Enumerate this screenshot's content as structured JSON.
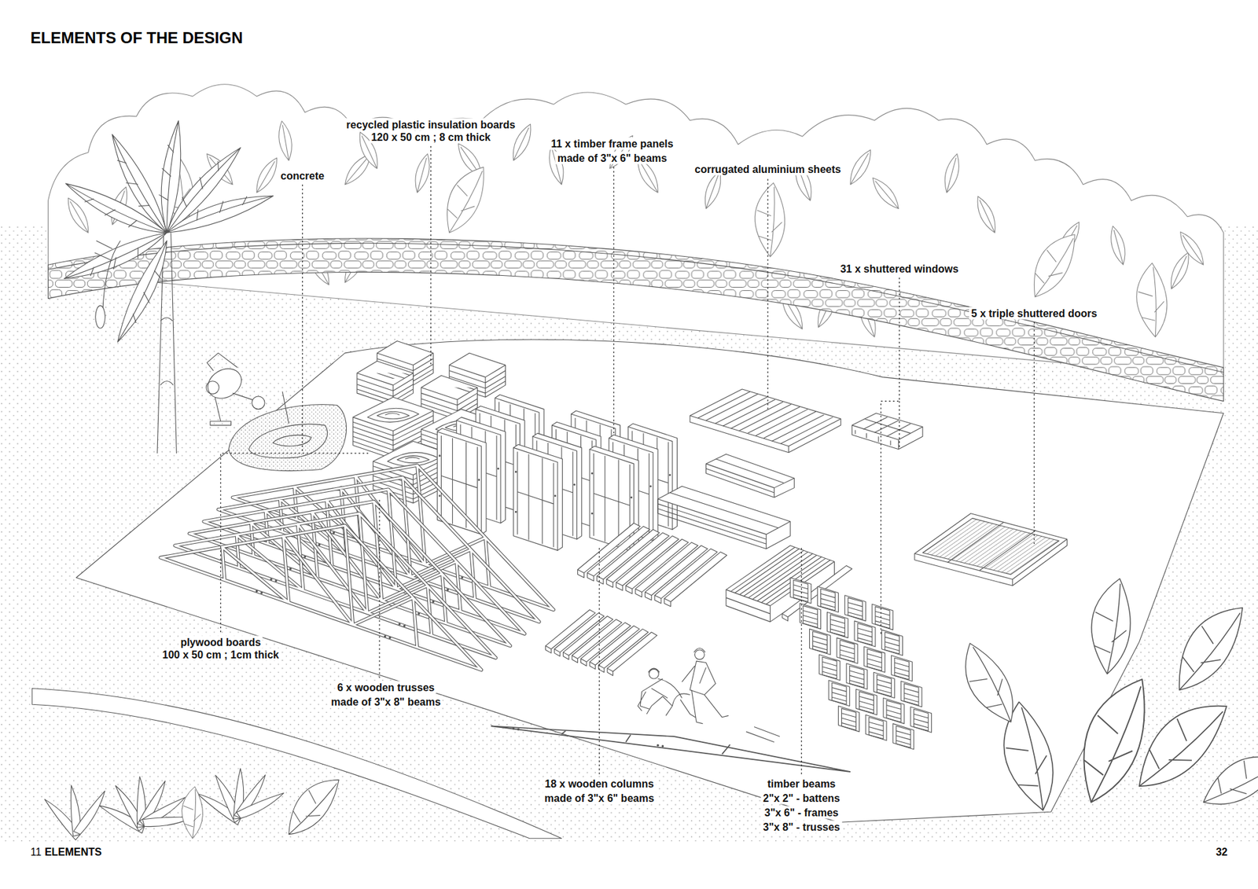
{
  "diagram": {
    "title": "ELEMENTS OF THE DESIGN",
    "labels": [
      "concrete",
      "recycled plastic insulation boards",
      "120 x 50 cm ; 8 cm thick",
      "11 x timber frame panels",
      "made of 3\"x 6\" beams",
      "corrugated aluminium sheets",
      "31 x shuttered windows",
      "5 x triple shuttered doors",
      "plywood boards",
      "100 x 50 cm ; 1cm thick",
      "6 x wooden trusses",
      "made of 3\"x 8\" beams",
      "18 x wooden columns",
      "made of 3\"x 6\" beams",
      "timber beams",
      "2\"x 2\" - battens",
      "3\"x 6\" - frames",
      "3\"x 8\" - trusses",
      "11",
      "ELEMENTS",
      "32"
    ]
  }
}
